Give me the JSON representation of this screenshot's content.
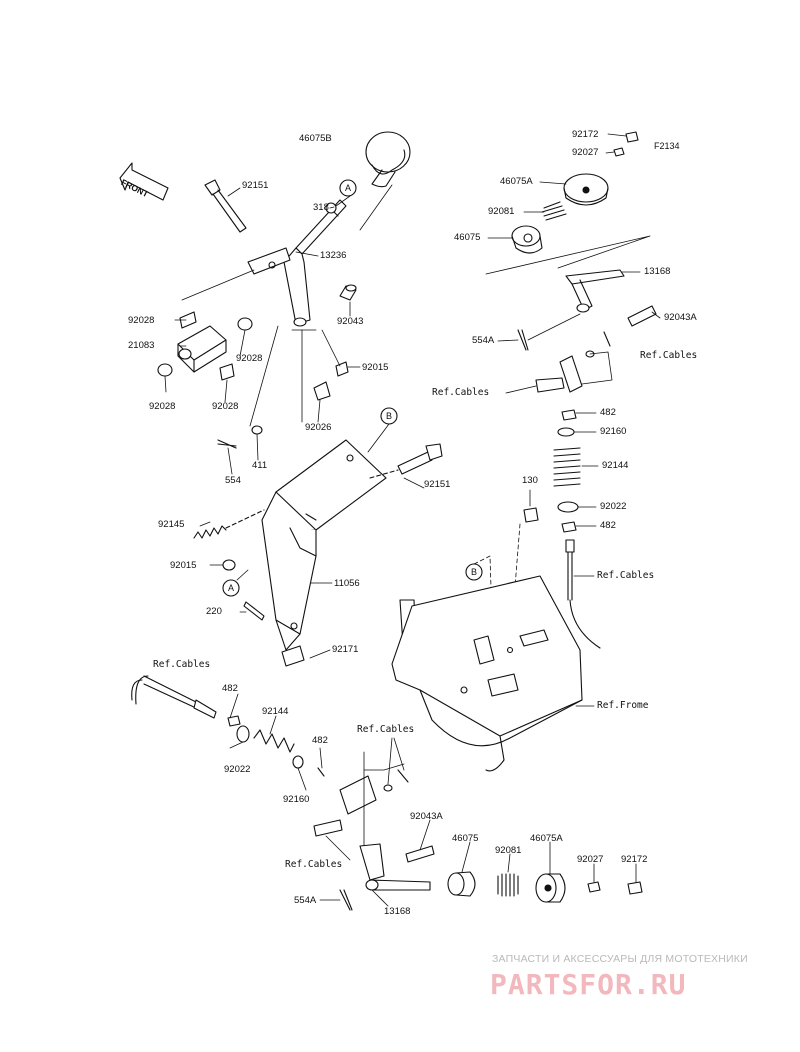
{
  "code": "F2134",
  "front_label": "FRONT",
  "watermark": {
    "tagline": "ЗАПЧАСТИ И АКСЕССУАРЫ ДЛЯ МОТОТЕХНИКИ",
    "logo": "PARTSFOR.RU"
  },
  "callouts": {
    "A": "A",
    "B": "B"
  },
  "labels": {
    "p46075B": "46075B",
    "p92151_top": "92151",
    "p318": "318",
    "p13236": "13236",
    "p92028_a": "92028",
    "p21083": "21083",
    "p92028_b": "92028",
    "p92028_c": "92028",
    "p92028_d": "92028",
    "p92043": "92043",
    "p92015_top": "92015",
    "p92026": "92026",
    "p554_left": "554",
    "p411": "411",
    "p92151_mid": "92151",
    "p92145": "92145",
    "p92015_mid": "92015",
    "p11056": "11056",
    "p220": "220",
    "p92171": "92171",
    "p92172_top": "92172",
    "p92027_top": "92027",
    "p46075A_top": "46075A",
    "p92081_top": "92081",
    "p46075_top": "46075",
    "p13168_top": "13168",
    "p92043A_top": "92043A",
    "p554A_top": "554A",
    "refcables_1": "Ref.Cables",
    "refcables_2": "Ref.Cables",
    "p482_a": "482",
    "p92160_top": "92160",
    "p92144_top": "92144",
    "p92022_top": "92022",
    "p482_b": "482",
    "p130": "130",
    "refcables_3": "Ref.Cables",
    "refframe": "Ref.Frome",
    "refcables_4": "Ref.Cables",
    "p482_c": "482",
    "p92144_bot": "92144",
    "p92022_bot": "92022",
    "p482_d": "482",
    "p92160_bot": "92160",
    "refcables_5": "Ref.Cables",
    "p92043A_bot": "92043A",
    "refcables_6": "Ref.Cables",
    "p46075_bot": "46075",
    "p46075A_bot": "46075A",
    "p92081_bot": "92081",
    "p92027_bot": "92027",
    "p92172_bot": "92172",
    "p554A_bot": "554A",
    "p13168_bot": "13168"
  }
}
